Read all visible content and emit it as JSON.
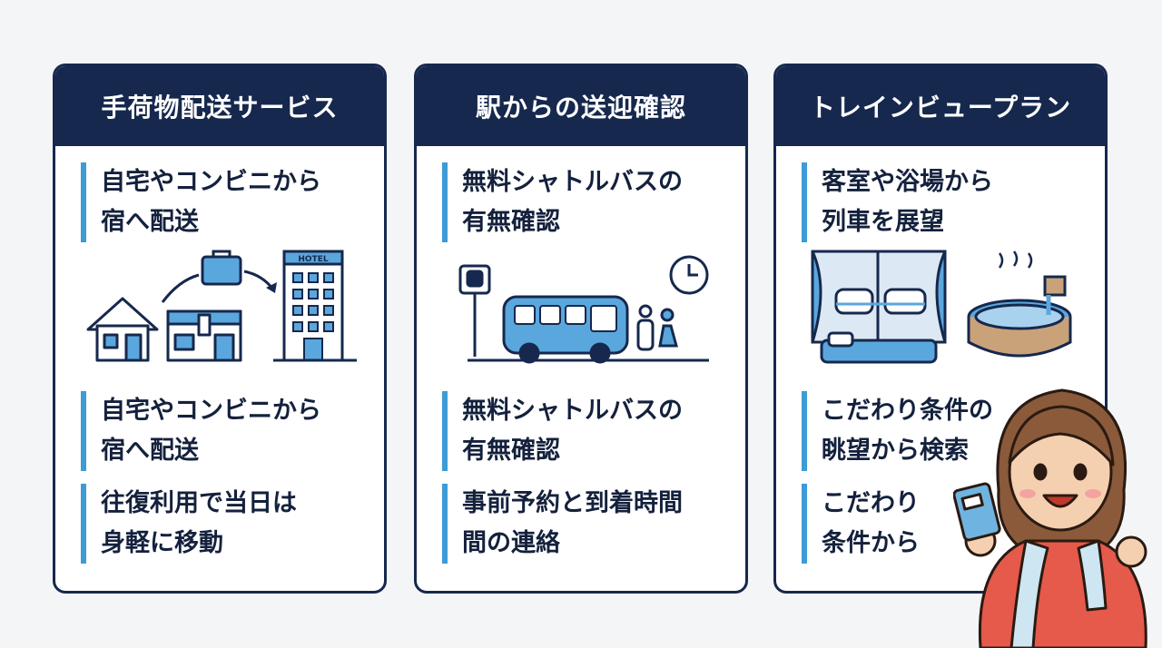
{
  "cards": [
    {
      "title": "手荷物配送サービス",
      "items": [
        {
          "lines": [
            "自宅やコンビニから",
            "宿へ配送"
          ]
        },
        {
          "lines": [
            "自宅やコンビニから",
            "宿へ配送"
          ]
        },
        {
          "lines": [
            "往復利用で当日は",
            "身軽に移動"
          ]
        }
      ],
      "illustration": {
        "hotel_sign": "HOTEL",
        "icons": [
          "house-icon",
          "convenience-store-icon",
          "suitcase-icon",
          "hotel-icon"
        ]
      }
    },
    {
      "title": "駅からの送迎確認",
      "items": [
        {
          "lines": [
            "無料シャトルバスの",
            "有無確認"
          ]
        },
        {
          "lines": [
            "無料シャトルバスの",
            "有無確認"
          ]
        },
        {
          "lines": [
            "事前予約と到着時間",
            "間の連絡"
          ]
        }
      ],
      "illustration": {
        "icons": [
          "train-sign-icon",
          "bus-icon",
          "people-icon",
          "clock-icon"
        ]
      }
    },
    {
      "title": "トレインビュープラン",
      "items": [
        {
          "lines": [
            "客室や浴場から",
            "列車を展望"
          ]
        },
        {
          "lines": [
            "こだわり条件の",
            "眺望から検索"
          ]
        },
        {
          "lines": [
            "こだわり",
            "条件から"
          ]
        }
      ],
      "illustration": {
        "icons": [
          "window-train-icon",
          "bed-icon",
          "hot-spring-bath-icon"
        ]
      }
    }
  ],
  "colors": {
    "navy": "#16284d",
    "accent": "#3d9bd6",
    "text": "#14213d"
  }
}
